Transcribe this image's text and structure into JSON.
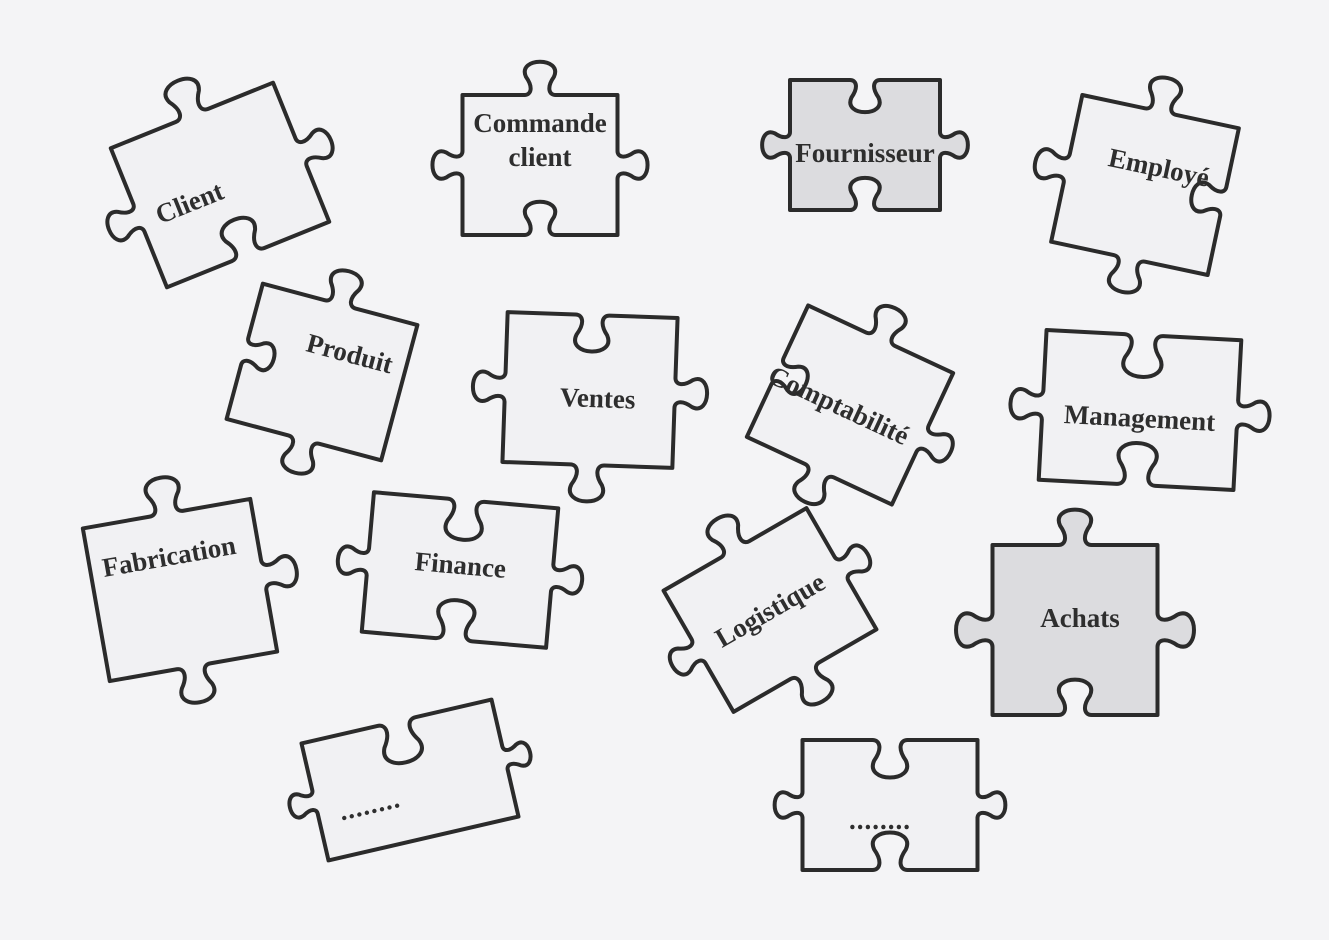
{
  "style": {
    "background": "#f4f4f6",
    "outline": "#2b2b2b",
    "text": "#2e2e2e",
    "fill_light": "#f1f1f3",
    "fill_shaded": "#dcdcdf"
  },
  "pieces": [
    {
      "id": "client",
      "lines": [
        "Client"
      ],
      "shaded": false
    },
    {
      "id": "commande-client",
      "lines": [
        "Commande",
        "client"
      ],
      "shaded": false
    },
    {
      "id": "fournisseur",
      "lines": [
        "Fournisseur"
      ],
      "shaded": true
    },
    {
      "id": "employe",
      "lines": [
        "Employé"
      ],
      "shaded": false
    },
    {
      "id": "produit",
      "lines": [
        "Produit"
      ],
      "shaded": false
    },
    {
      "id": "ventes",
      "lines": [
        "Ventes"
      ],
      "shaded": false
    },
    {
      "id": "comptabilite",
      "lines": [
        "Comptabilité"
      ],
      "shaded": false
    },
    {
      "id": "management",
      "lines": [
        "Management"
      ],
      "shaded": false
    },
    {
      "id": "fabrication",
      "lines": [
        "Fabrication"
      ],
      "shaded": false
    },
    {
      "id": "finance",
      "lines": [
        "Finance"
      ],
      "shaded": false
    },
    {
      "id": "logistique",
      "lines": [
        "Logistique"
      ],
      "shaded": false
    },
    {
      "id": "achats",
      "lines": [
        "Achats"
      ],
      "shaded": true
    },
    {
      "id": "placeholder-left",
      "lines": [
        "........"
      ],
      "shaded": false
    },
    {
      "id": "placeholder-right",
      "lines": [
        "........"
      ],
      "shaded": false
    }
  ]
}
